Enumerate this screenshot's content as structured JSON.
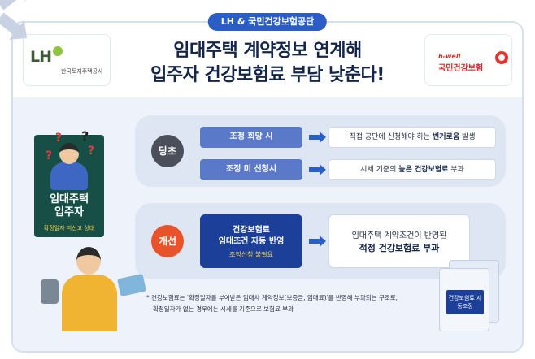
{
  "tag": "LH & 국민건강보험공단",
  "logos": {
    "lh_mark": "LH",
    "lh_name": "한국토지주택공사",
    "nhis_hwell": "h-well",
    "nhis_name": "국민건강보험"
  },
  "headline": {
    "line1": "임대주택 계약정보 연계해",
    "line2": "입주자 건강보험료 부담 낮춘다!"
  },
  "persona": {
    "title_line1": "임대주택",
    "title_line2": "입주자",
    "subtitle": "확정일자 미신고 상태"
  },
  "before": {
    "label": "당초",
    "rows": [
      {
        "condition": "조정 희망 시",
        "result_pre": "직접 공단에 신청해야 하는 ",
        "result_bold": "번거로움",
        "result_post": " 발생"
      },
      {
        "condition": "조정 미 신청시",
        "result_pre": "시세 기준의 ",
        "result_bold": "높은 건강보험료",
        "result_post": " 부과"
      }
    ]
  },
  "after": {
    "label": "개선",
    "box_line1": "건강보험료",
    "box_line2": "임대조건 자동 반영",
    "box_note": "조정신청 불필요",
    "result_line1": "임대주택 계약조건이 반영된",
    "result_line2": "적정 건강보험료 부과"
  },
  "doc_label": "건강보험료 자동조정",
  "note": {
    "line1": "* 건강보험료는 '확정일자를 부여받은 임대차 계약정보(보증금, 임대료)'를 반영해 부과되는 구조로,",
    "line2": "확정일자가 없는 경우에는 시세를 기준으로 보험료 부과"
  },
  "colors": {
    "accent_blue": "#2b5dc7",
    "dark_navy": "#1c3f99",
    "orange": "#e8532b",
    "persona_green": "#174f46"
  }
}
